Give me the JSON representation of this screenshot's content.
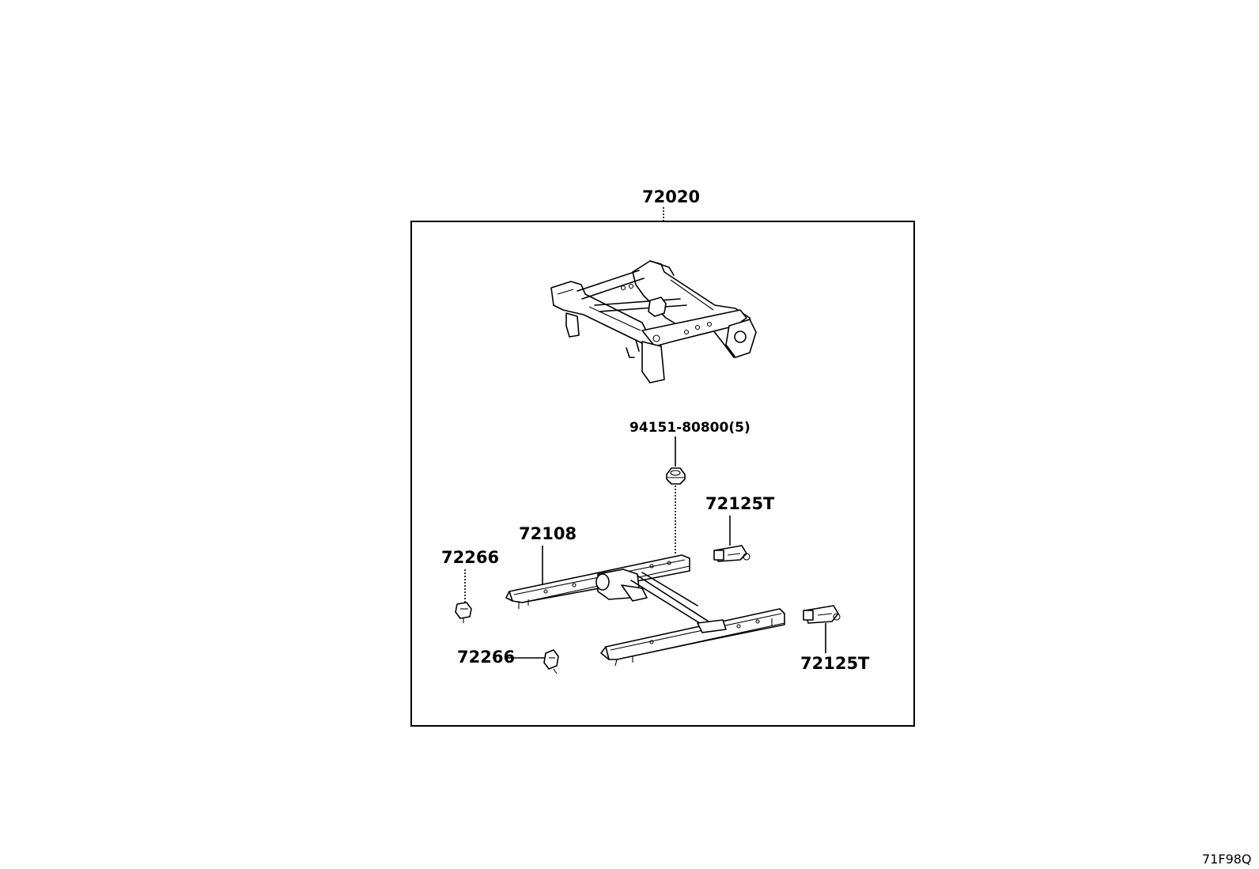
{
  "diagram": {
    "assembly_label": "72020",
    "parts": [
      {
        "id": "nut",
        "label": "94151-80800(5)"
      },
      {
        "id": "cover-top",
        "label": "72125T"
      },
      {
        "id": "adjuster",
        "label": "72108"
      },
      {
        "id": "clip-upper",
        "label": "72266"
      },
      {
        "id": "clip-lower",
        "label": "72266"
      },
      {
        "id": "cover-bottom",
        "label": "72125T"
      }
    ],
    "diagram_code": "71F98Q"
  }
}
